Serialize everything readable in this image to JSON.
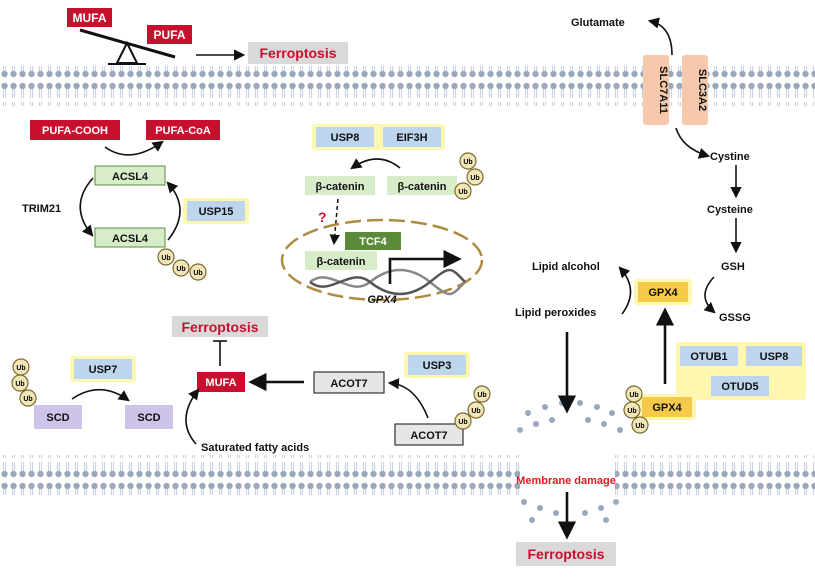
{
  "top_left": {
    "mufa": "MUFA",
    "pufa": "PUFA",
    "ferroptosis": "Ferroptosis"
  },
  "acsl4_module": {
    "pufa_cooh": "PUFA-COOH",
    "pufa_coa": "PUFA-CoA",
    "acsl4_top": "ACSL4",
    "acsl4_bottom": "ACSL4",
    "trim21": "TRIM21",
    "usp15": "USP15"
  },
  "beta_catenin_module": {
    "usp8": "USP8",
    "eif3h": "EIF3H",
    "beta_catenin_left": "β-catenin",
    "beta_catenin_right": "β-catenin",
    "question": "?",
    "tcf4": "TCF4",
    "beta_catenin_nuclear": "β-catenin",
    "gpx4_gene": "GPX4"
  },
  "scd_module": {
    "ferroptosis": "Ferroptosis",
    "mufa": "MUFA",
    "usp7": "USP7",
    "scd_left": "SCD",
    "scd_right": "SCD",
    "saturated_fatty_acids": "Saturated fatty acids",
    "acot7_top": "ACOT7",
    "acot7_bottom": "ACOT7",
    "usp3": "USP3"
  },
  "right_module": {
    "glutamate": "Glutamate",
    "slc7a11": "SLC7A11",
    "slc3a2": "SLC3A2",
    "cystine": "Cystine",
    "cysteine": "Cysteine",
    "gsh": "GSH",
    "gssg": "GSSG",
    "lipid_alcohol": "Lipid alcohol",
    "lipid_peroxides": "Lipid peroxides",
    "gpx4_active": "GPX4",
    "gpx4_ub": "GPX4",
    "otub1": "OTUB1",
    "usp8": "USP8",
    "otud5": "OTUD5",
    "membrane_damage": "Membrane damage",
    "ferroptosis": "Ferroptosis"
  },
  "ub_label": "Ub",
  "colors": {
    "red": "#c8102e",
    "ferroptosis_box": "#d9d9d9",
    "green": "#d7ecc8",
    "dark_green": "#5b8a3a",
    "blue": "#bdd6ee",
    "purple": "#cdc4e8",
    "orange": "#f6c9ad",
    "gold": "#f7c948",
    "membrane_red": "#e0191f"
  }
}
